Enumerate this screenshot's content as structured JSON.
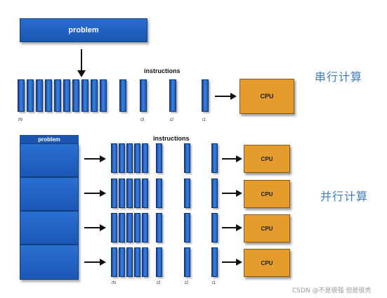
{
  "serial": {
    "problem_label": "problem",
    "instructions_label": "instructions",
    "n_label": "tN",
    "t3_label": "t3",
    "t2_label": "t2",
    "t1_label": "t1",
    "cpu_label": "CPU",
    "title": "串行计算"
  },
  "parallel": {
    "problem_label": "problem",
    "instructions_label": "instructions",
    "n_label": "tN",
    "t3_label": "t3",
    "t2_label": "t2",
    "t1_label": "t1",
    "cpu_labels": [
      "CPU",
      "CPU",
      "CPU",
      "CPU"
    ],
    "title": "并行计算"
  },
  "watermark": "CSDN @不是很强 但是很秃",
  "colors": {
    "block_blue": "#1a55b0",
    "cpu_orange": "#e69c2c",
    "title_blue": "#3f7fbf"
  }
}
